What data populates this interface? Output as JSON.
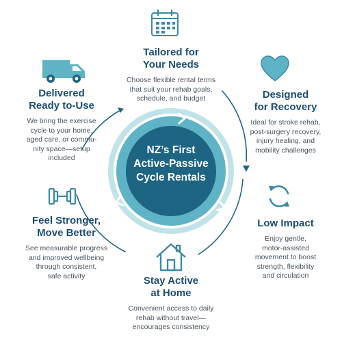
{
  "center": {
    "lines": [
      "NZ’s First",
      "Active-Passive",
      "Cycle Rentals"
    ]
  },
  "features": {
    "tailored": {
      "icon": "calendar-icon",
      "title": [
        "Tailored for",
        "Your Needs"
      ],
      "desc": [
        "Choose flexible rental terms",
        "that suit your rehab goals,",
        "schedule, and budget"
      ]
    },
    "designed": {
      "icon": "heart-icon",
      "title": [
        "Designed",
        "for Recovery"
      ],
      "desc": [
        "Ideal for stroke rehab,",
        "post-surgery recovery,",
        "injury healing, and",
        "mobility challenges"
      ]
    },
    "low_impact": {
      "icon": "refresh-cycle-icon",
      "title": [
        "Low Impact"
      ],
      "desc": [
        "Enjoy gentle,",
        "motor-assisted",
        "movement to boost",
        "strength, flexibility",
        "and circulation"
      ]
    },
    "stay_active": {
      "icon": "house-icon",
      "title": [
        "Stay Active",
        "at Home"
      ],
      "desc": [
        "Convenient access to daily",
        "rehab without travel—",
        "encourages consistency"
      ]
    },
    "feel_stronger": {
      "icon": "dumbbell-icon",
      "title": [
        "Feel Stronger,",
        "Move Better"
      ],
      "desc": [
        "See measurable progress",
        "and improved wellbeing",
        "through consistent,",
        "safe activity"
      ]
    },
    "delivered": {
      "icon": "delivery-van-icon",
      "title": [
        "Delivered",
        "Ready to-Use"
      ],
      "desc": [
        "We bring the exercise",
        "cycle to your home,",
        "aged care, or commu-",
        "nity space—setup",
        "included"
      ]
    }
  },
  "colors": {
    "navy": "#1d4e73",
    "dark_teal": "#1e6483",
    "mid_teal": "#5fb3c6",
    "light_teal": "#bfe3e8",
    "icon_outline": "#3d8aa5"
  }
}
